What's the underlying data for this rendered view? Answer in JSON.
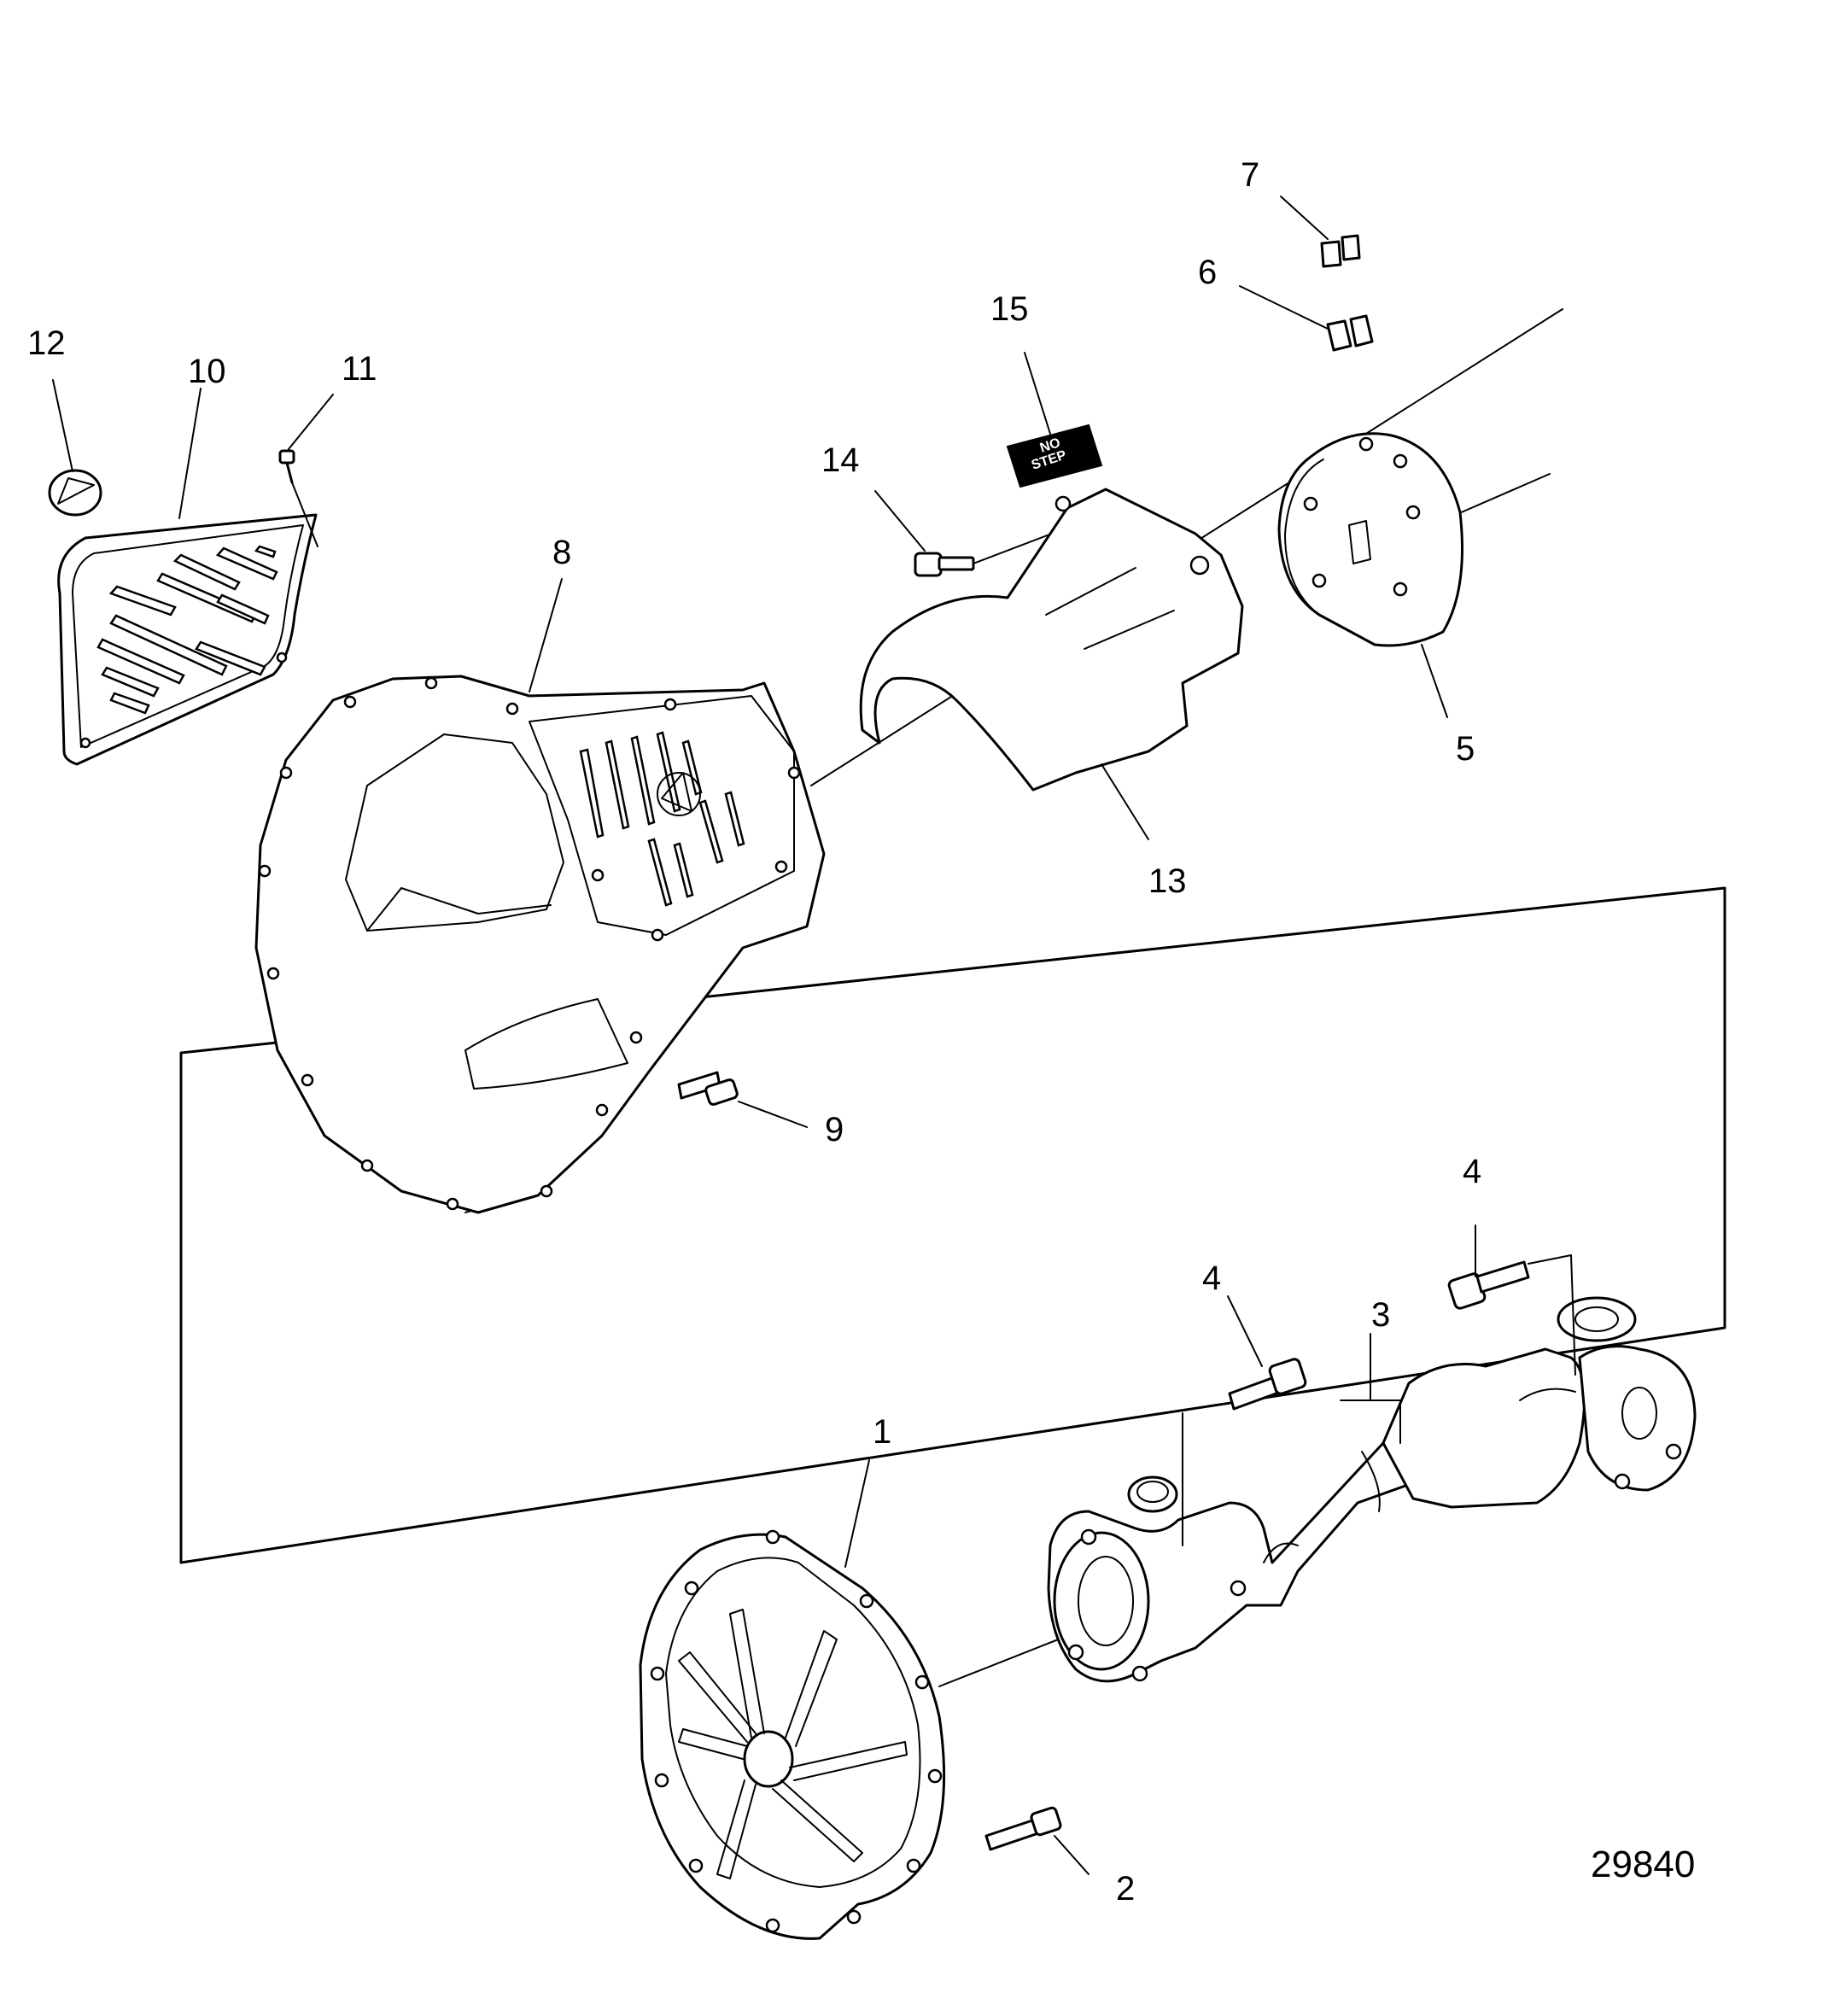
{
  "callouts": [
    {
      "id": "1",
      "text": "1"
    },
    {
      "id": "2",
      "text": "2"
    },
    {
      "id": "3",
      "text": "3"
    },
    {
      "id": "4a",
      "text": "4"
    },
    {
      "id": "4b",
      "text": "4"
    },
    {
      "id": "5",
      "text": "5"
    },
    {
      "id": "6",
      "text": "6"
    },
    {
      "id": "7",
      "text": "7"
    },
    {
      "id": "8",
      "text": "8"
    },
    {
      "id": "9",
      "text": "9"
    },
    {
      "id": "10",
      "text": "10"
    },
    {
      "id": "11",
      "text": "11"
    },
    {
      "id": "12",
      "text": "12"
    },
    {
      "id": "13",
      "text": "13"
    },
    {
      "id": "14",
      "text": "14"
    },
    {
      "id": "15",
      "text": "15"
    }
  ],
  "decal_text": [
    "NO",
    "STEP"
  ],
  "reference_number": "29840"
}
